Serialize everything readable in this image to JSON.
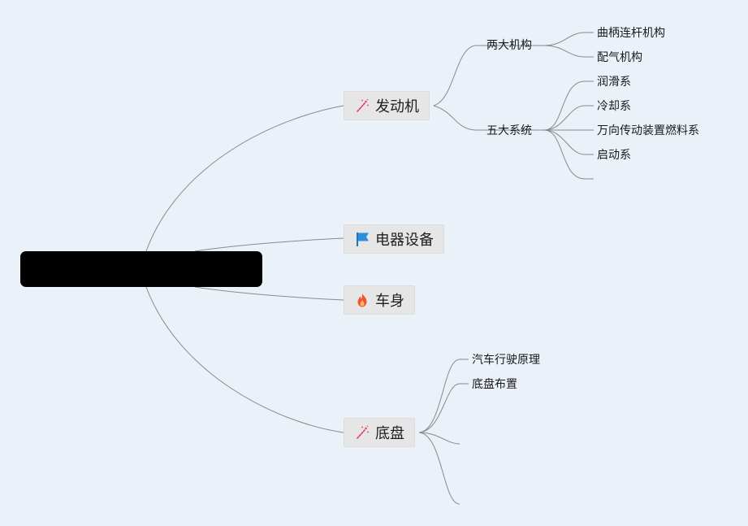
{
  "root": {
    "label": ""
  },
  "branches": [
    {
      "id": "engine",
      "label": "发动机",
      "icon": "magic-wand-icon",
      "children": [
        {
          "label": "两大机构",
          "children": [
            "曲柄连杆机构",
            "配气机构"
          ]
        },
        {
          "label": "五大系统",
          "children": [
            "润滑系",
            "冷却系",
            "万向传动装置燃料系",
            "启动系",
            ""
          ]
        }
      ]
    },
    {
      "id": "electrical",
      "label": "电器设备",
      "icon": "flag-icon",
      "children": []
    },
    {
      "id": "body",
      "label": "车身",
      "icon": "fire-icon",
      "children": []
    },
    {
      "id": "chassis",
      "label": "底盘",
      "icon": "magic-wand-icon",
      "children": [
        {
          "label": "汽车行驶原理",
          "children": []
        },
        {
          "label": "底盘布置",
          "children": []
        },
        {
          "label": "",
          "children": []
        },
        {
          "label": "",
          "children": []
        }
      ]
    }
  ],
  "colors": {
    "background": "#eaf1f9",
    "line": "#8a8a8a",
    "root_fill": "#000000",
    "topic_fill": "#e6e6e6",
    "wand": "#e8365d",
    "flag": "#2b8fe0",
    "fire": "#f0542c"
  }
}
